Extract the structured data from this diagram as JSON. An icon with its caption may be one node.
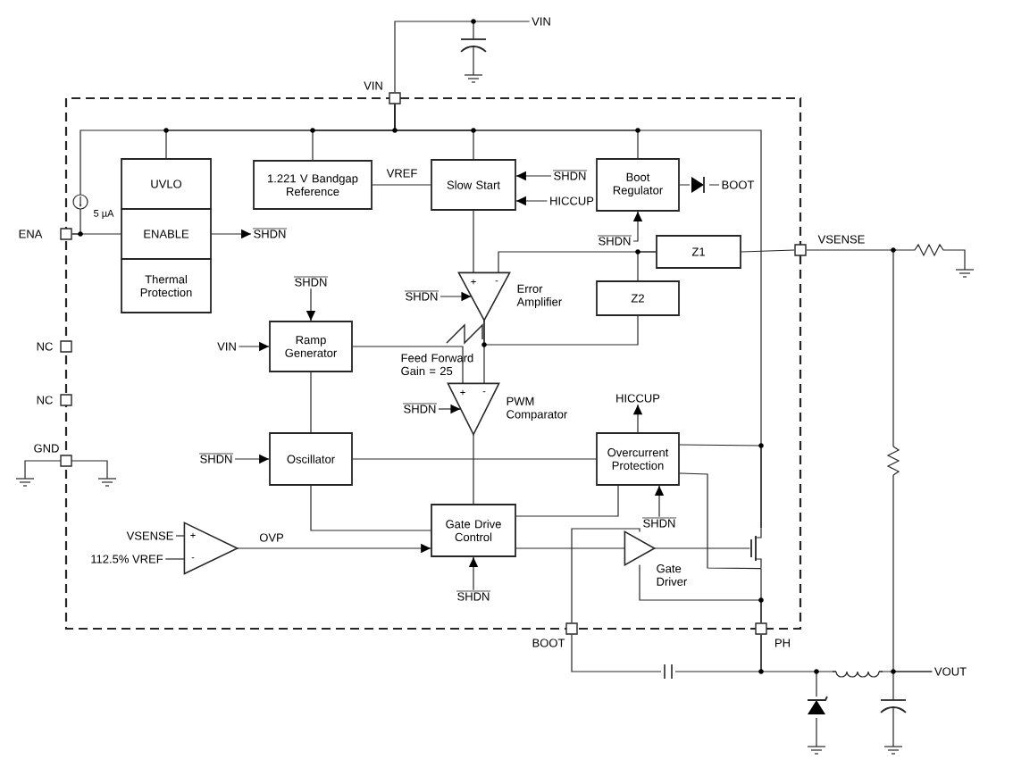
{
  "diagram": {
    "nodes": [
      {
        "text": [
          "UVLO"
        ]
      },
      {
        "text": [
          "ENABLE"
        ]
      },
      {
        "text": [
          "Thermal Protection"
        ]
      },
      {
        "text": [
          "1.221 V Bandgap Reference"
        ]
      },
      {
        "text": [
          "Slow Start"
        ]
      },
      {
        "text": [
          "Boot Regulator"
        ]
      },
      {
        "text": [
          "Z1"
        ]
      },
      {
        "text": [
          "Z2"
        ]
      },
      {
        "text": [
          "Error Amplifier"
        ]
      },
      {
        "text": [
          "Ramp Generator"
        ]
      },
      {
        "text": [
          "PWM Comparator"
        ]
      },
      {
        "text": [
          "Oscillator"
        ]
      },
      {
        "text": [
          "Overcurrent Protection"
        ]
      },
      {
        "text": [
          "Gate Drive Control"
        ]
      },
      {
        "text": [],
        "shape": "triangle"
      },
      {
        "text": [
          "Gate Driver"
        ]
      },
      {
        "text": [
          "VIN"
        ]
      },
      {
        "text": [
          "ENA"
        ]
      },
      {
        "text": [
          "NC"
        ]
      },
      {
        "text": [
          "NC"
        ]
      },
      {
        "text": [
          "GND"
        ]
      },
      {
        "text": [
          "VSENSE"
        ]
      },
      {
        "text": [
          "BOOT"
        ]
      },
      {
        "text": [
          "PH"
        ]
      },
      {
        "text": [
          "SHDN"
        ]
      },
      {
        "text": [
          "SHDN"
        ]
      },
      {
        "text": [
          "HICCUP"
        ]
      },
      {
        "text": [
          "SHDN"
        ]
      },
      {
        "text": [
          "BOOT"
        ]
      },
      {
        "text": [
          "SHDN"
        ]
      },
      {
        "text": [
          "SHDN"
        ]
      },
      {
        "text": [
          "VIN"
        ]
      },
      {
        "text": [
          "SHDN"
        ]
      },
      {
        "text": [
          "SHDN"
        ]
      },
      {
        "text": [
          "HICCUP"
        ]
      },
      {
        "text": [
          "SHDN"
        ]
      },
      {
        "text": [
          "SHDN"
        ]
      },
      {
        "text": [
          "VSENSE"
        ]
      },
      {
        "text": [
          "112.5% VREF"
        ]
      },
      {
        "text": [
          "VIN"
        ]
      },
      {
        "text": [
          "VOUT"
        ]
      },
      {
        "text": [],
        "shape": "transistor"
      }
    ],
    "edges": [
      {
        "from": 16,
        "to": 39,
        "arrow": "none"
      },
      {
        "from": 16,
        "to": 0,
        "arrow": "none"
      },
      {
        "from": 16,
        "to": 3,
        "arrow": "none"
      },
      {
        "from": 16,
        "to": 4,
        "arrow": "none"
      },
      {
        "from": 16,
        "to": 5,
        "arrow": "none"
      },
      {
        "from": 16,
        "to": 17,
        "arrow": "none"
      },
      {
        "from": 16,
        "to": 41,
        "arrow": "none"
      },
      {
        "from": 17,
        "to": 1,
        "arrow": "none"
      },
      {
        "from": 1,
        "to": 24,
        "arrow": "to"
      },
      {
        "from": 3,
        "to": 4,
        "arrow": "none",
        "label": "VREF"
      },
      {
        "from": 25,
        "to": 4,
        "arrow": "to"
      },
      {
        "from": 26,
        "to": 4,
        "arrow": "to"
      },
      {
        "from": 27,
        "to": 5,
        "arrow": "to"
      },
      {
        "from": 5,
        "to": 28,
        "arrow": "none"
      },
      {
        "from": 4,
        "to": 8,
        "arrow": "none"
      },
      {
        "from": 6,
        "to": 8,
        "arrow": "none"
      },
      {
        "from": 6,
        "to": 7,
        "arrow": "none"
      },
      {
        "from": 7,
        "to": 8,
        "arrow": "none"
      },
      {
        "from": 21,
        "to": 6,
        "arrow": "none"
      },
      {
        "from": 29,
        "to": 8,
        "arrow": "to"
      },
      {
        "from": 8,
        "to": 10,
        "arrow": "none"
      },
      {
        "from": 9,
        "to": 10,
        "arrow": "none"
      },
      {
        "from": 30,
        "to": 9,
        "arrow": "to"
      },
      {
        "from": 31,
        "to": 9,
        "arrow": "to"
      },
      {
        "from": 9,
        "to": 11,
        "arrow": "none"
      },
      {
        "from": 32,
        "to": 10,
        "arrow": "to"
      },
      {
        "from": 10,
        "to": 13,
        "arrow": "none"
      },
      {
        "from": 33,
        "to": 11,
        "arrow": "to"
      },
      {
        "from": 11,
        "to": 12,
        "arrow": "none"
      },
      {
        "from": 11,
        "to": 13,
        "arrow": "none"
      },
      {
        "from": 14,
        "to": 13,
        "arrow": "to",
        "label": "OVP"
      },
      {
        "from": 12,
        "to": 34,
        "arrow": "to"
      },
      {
        "from": 35,
        "to": 12,
        "arrow": "to"
      },
      {
        "from": 12,
        "to": 13,
        "arrow": "none"
      },
      {
        "from": 37,
        "to": 14,
        "arrow": "none"
      },
      {
        "from": 38,
        "to": 14,
        "arrow": "none"
      },
      {
        "from": 36,
        "to": 13,
        "arrow": "to"
      },
      {
        "from": 13,
        "to": 15,
        "arrow": "none"
      },
      {
        "from": 15,
        "to": 41,
        "arrow": "none"
      },
      {
        "from": 12,
        "to": 41,
        "arrow": "none"
      },
      {
        "from": 12,
        "to": 41,
        "arrow": "none"
      },
      {
        "from": 15,
        "to": 23,
        "arrow": "none"
      },
      {
        "from": 41,
        "to": 23,
        "arrow": "none"
      },
      {
        "from": 22,
        "to": 15,
        "arrow": "none"
      },
      {
        "from": 22,
        "to": 23,
        "arrow": "none"
      },
      {
        "from": 23,
        "to": 40,
        "arrow": "none"
      },
      {
        "from": 21,
        "to": 40,
        "arrow": "none"
      }
    ],
    "labels": [
      "5 µA",
      "+",
      "-",
      "Feed Forward Gain = 25",
      "+",
      "-",
      "+",
      "-"
    ]
  }
}
